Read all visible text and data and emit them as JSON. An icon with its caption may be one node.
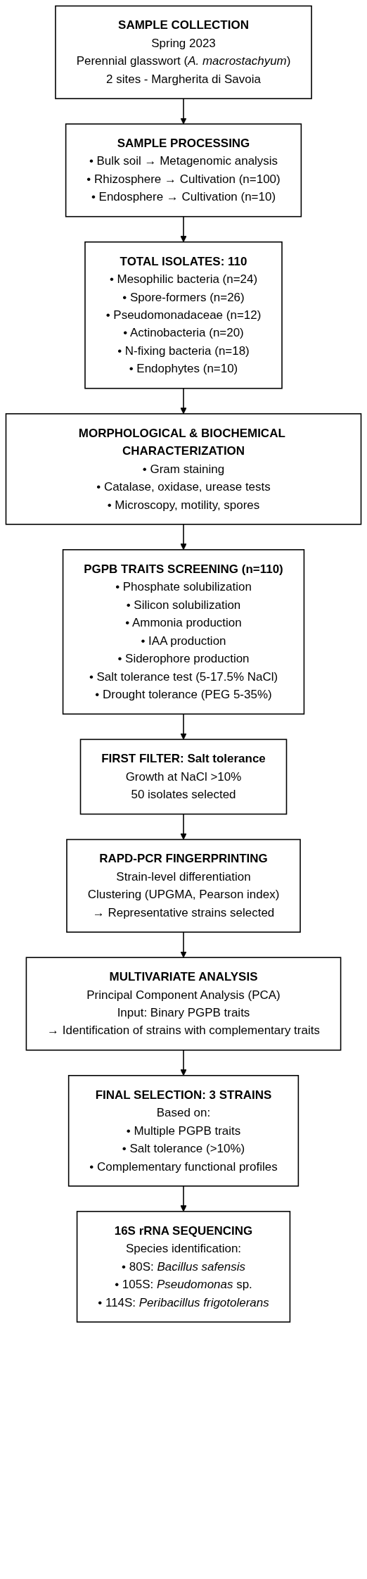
{
  "diagram": {
    "nodes": [
      {
        "text": [
          "SAMPLE COLLECTION",
          "Spring 2023",
          "Perennial glasswort (*A. macrostachyum*)",
          "2 sites - Margherita di Savoia"
        ]
      },
      {
        "text": [
          "SAMPLE PROCESSING",
          "• Bulk soil → Metagenomic analysis",
          "• Rhizosphere → Cultivation (n=100)",
          "• Endosphere → Cultivation (n=10)"
        ]
      },
      {
        "text": [
          "TOTAL ISOLATES: 110",
          "• Mesophilic bacteria (n=24)",
          "• Spore-formers (n=26)",
          "• Pseudomonadaceae (n=12)",
          "• Actinobacteria (n=20)",
          "• N-fixing bacteria (n=18)",
          "• Endophytes (n=10)"
        ]
      },
      {
        "text": [
          "MORPHOLOGICAL & BIOCHEMICAL CHARACTERIZATION",
          "• Gram staining",
          "• Catalase, oxidase, urease tests",
          "• Microscopy, motility, spores"
        ]
      },
      {
        "text": [
          "PGPB TRAITS SCREENING (n=110)",
          "• Phosphate solubilization",
          "• Silicon solubilization",
          "• Ammonia production",
          "• IAA production",
          "• Siderophore production",
          "• Salt tolerance test (5-17.5% NaCl)",
          "• Drought tolerance (PEG 5-35%)"
        ]
      },
      {
        "text": [
          "FIRST FILTER: Salt tolerance",
          "Growth at NaCl >10%",
          "50 isolates selected"
        ]
      },
      {
        "text": [
          "RAPD-PCR FINGERPRINTING",
          "Strain-level differentiation",
          "Clustering (UPGMA, Pearson index)",
          "→ Representative strains selected"
        ]
      },
      {
        "text": [
          "MULTIVARIATE ANALYSIS",
          "Principal Component Analysis (PCA)",
          "Input: Binary PGPB traits",
          "→ Identification of strains with complementary traits"
        ]
      },
      {
        "text": [
          "FINAL SELECTION: 3 STRAINS",
          "Based on:",
          "• Multiple PGPB traits",
          "• Salt tolerance (>10%)",
          "• Complementary functional profiles"
        ]
      },
      {
        "text": [
          "16S rRNA SEQUENCING",
          "Species identification:",
          "• 80S: *Bacillus safensis*",
          "• 105S: *Pseudomonas* sp.",
          "• 114S: *Peribacillus frigotolerans*"
        ]
      }
    ],
    "edges": [
      {
        "from": 0,
        "to": 1,
        "arrow": "to"
      },
      {
        "from": 1,
        "to": 2,
        "arrow": "to"
      },
      {
        "from": 2,
        "to": 3,
        "arrow": "to"
      },
      {
        "from": 3,
        "to": 4,
        "arrow": "to"
      },
      {
        "from": 4,
        "to": 5,
        "arrow": "to"
      },
      {
        "from": 5,
        "to": 6,
        "arrow": "to"
      },
      {
        "from": 6,
        "to": 7,
        "arrow": "to"
      },
      {
        "from": 7,
        "to": 8,
        "arrow": "to"
      },
      {
        "from": 8,
        "to": 9,
        "arrow": "to"
      }
    ]
  }
}
